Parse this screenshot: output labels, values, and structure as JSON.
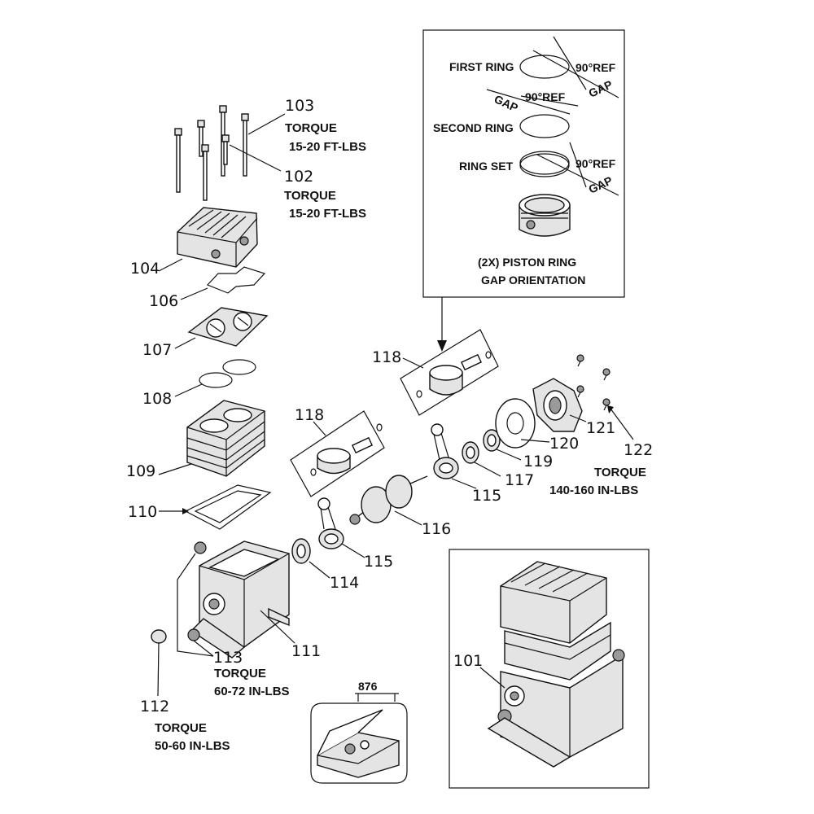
{
  "part_numbers": {
    "p101": "101",
    "p102": "102",
    "p103": "103",
    "p104": "104",
    "p106": "106",
    "p107": "107",
    "p108": "108",
    "p109": "109",
    "p110": "110",
    "p111": "111",
    "p112": "112",
    "p113": "113",
    "p114": "114",
    "p115a": "115",
    "p115b": "115",
    "p116": "116",
    "p117": "117",
    "p118a": "118",
    "p118b": "118",
    "p119": "119",
    "p120": "120",
    "p121": "121",
    "p122": "122",
    "p876": "876"
  },
  "torque": {
    "t103_label": "TORQUE",
    "t103_value": "15-20 FT-LBS",
    "t102_label": "TORQUE",
    "t102_value": "15-20 FT-LBS",
    "t113_label": "TORQUE",
    "t113_value": "60-72 IN-LBS",
    "t112_label": "TORQUE",
    "t112_value": "50-60 IN-LBS",
    "t122_label": "TORQUE",
    "t122_value": "140-160 IN-LBS"
  },
  "ring_detail": {
    "first_ring": "FIRST RING",
    "second_ring": "SECOND RING",
    "ring_set": "RING SET",
    "ref1": "90°REF",
    "ref2": "90°REF",
    "ref3": "90°REF",
    "gap1": "GAP",
    "gap2": "GAP",
    "gap3": "GAP",
    "caption_line1": "(2X) PISTON RING",
    "caption_line2": "GAP ORIENTATION"
  }
}
